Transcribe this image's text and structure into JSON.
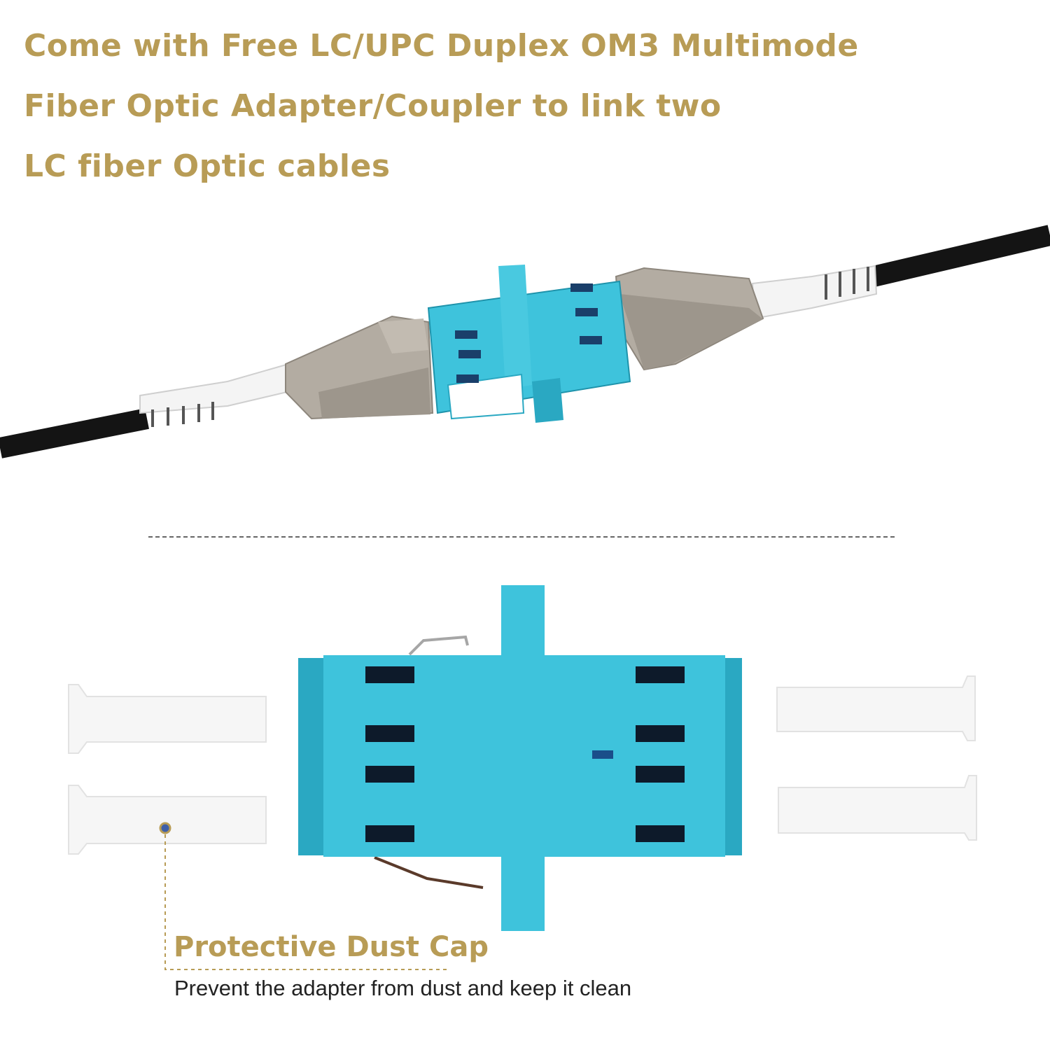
{
  "headline": {
    "line1": "Come with Free LC/UPC Duplex OM3 Multimode",
    "line2": "Fiber Optic Adapter/Coupler to link two",
    "line3": "LC fiber Optic cables"
  },
  "callout": {
    "title": "Protective Dust Cap",
    "description": "Prevent the adapter from dust and keep it clean"
  },
  "colors": {
    "gold": "#b89c56",
    "aqua": "#3ec3dc",
    "aqua_dark": "#2aa8c2",
    "connector_beige": "#b3aca2",
    "cable_black": "#141414"
  }
}
